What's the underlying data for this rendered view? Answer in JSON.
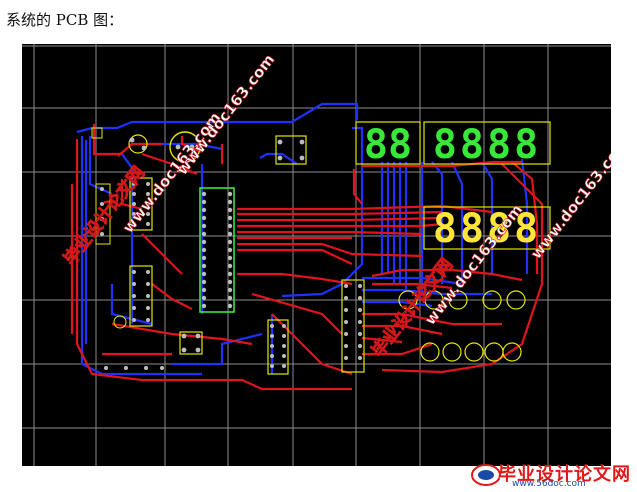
{
  "caption": "系统的 PCB 图：",
  "displays": {
    "top_left": "88",
    "top_right": "8888",
    "middle": "8888"
  },
  "watermarks": {
    "site_cn": "毕业设计论文网",
    "url": "www.doc163.com"
  },
  "logo": {
    "cn": "毕业设计论文网",
    "url": "www.56doc.com"
  },
  "colors": {
    "board_bg": "#000000",
    "grid": "#8c8c8c",
    "top_trace": "#e0141e",
    "bottom_trace": "#1e32ff",
    "silkscreen": "#e6e600",
    "pad": "#bdbdbd",
    "seg_green": "#38e838",
    "seg_yellow": "#ffe43a"
  }
}
